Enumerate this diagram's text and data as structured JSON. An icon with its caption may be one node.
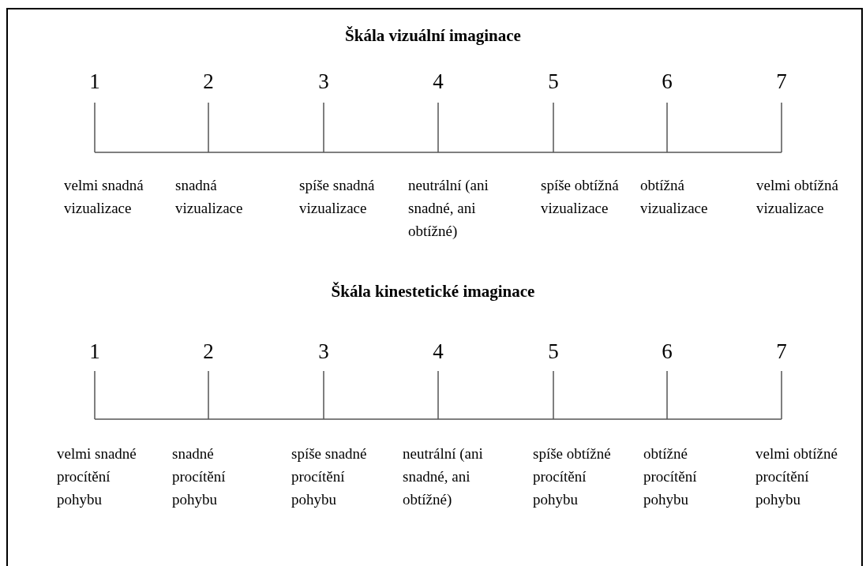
{
  "diagram": {
    "labels": [
      "Škála vizuální imaginace",
      "1",
      "2",
      "3",
      "4",
      "5",
      "6",
      "7",
      "velmi snadná vizualizace",
      "snadná vizualizace",
      "spíše snadná vizualizace",
      "neutrální (ani snadné, ani obtížné)",
      "spíše obtížná vizualizace",
      "obtížná vizualizace",
      "velmi obtížná vizualizace",
      "Škála kinestetické imaginace",
      "1",
      "2",
      "3",
      "4",
      "5",
      "6",
      "7",
      "velmi snadné procítění pohybu",
      "snadné procítění pohybu",
      "spíše snadné procítění pohybu",
      "neutrální (ani snadné, ani obtížné)",
      "spíše obtížné procítění pohybu",
      "obtížné procítění pohybu",
      "velmi obtížné procítění pohybu"
    ]
  }
}
